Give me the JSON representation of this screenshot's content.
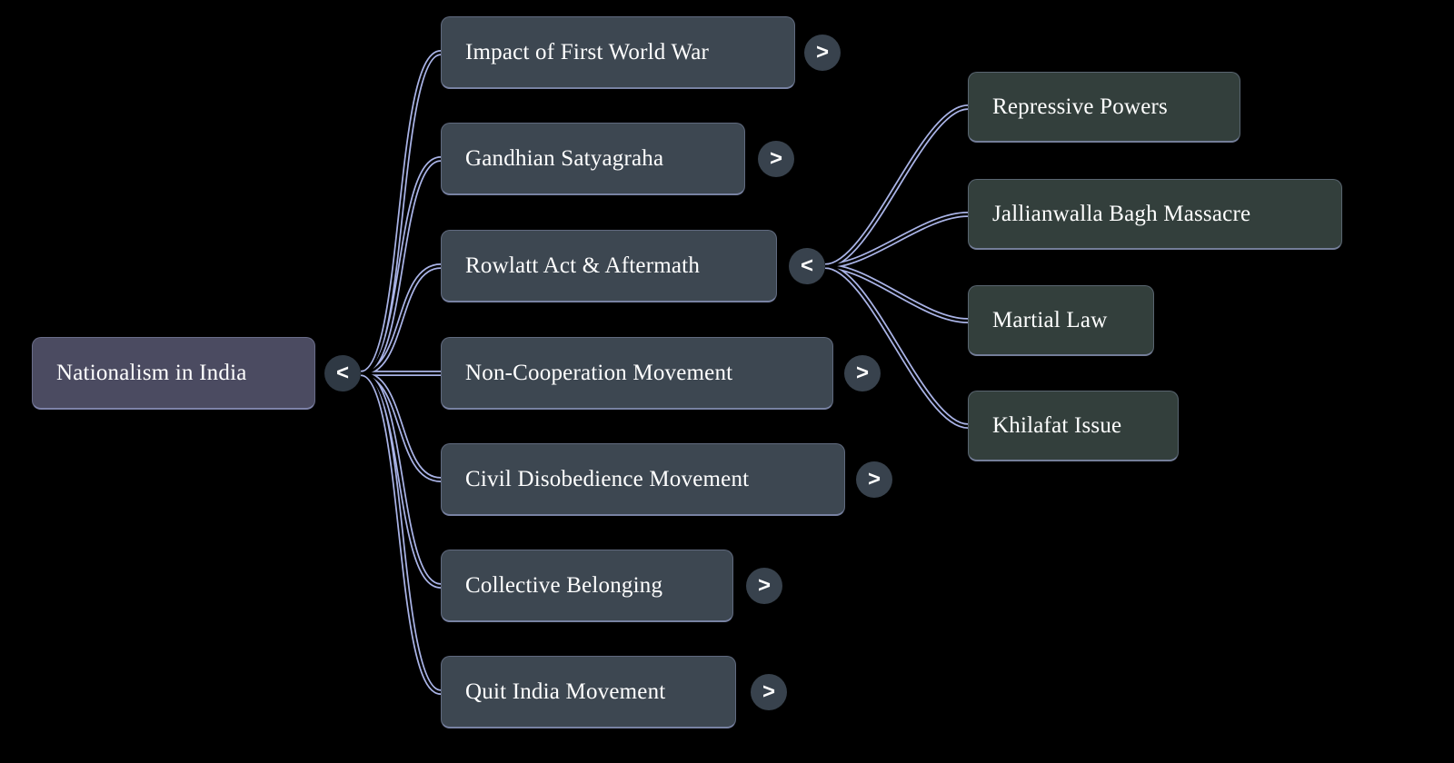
{
  "colors": {
    "background": "#000000",
    "root_node": "#4b4b61",
    "child_node": "#3d4751",
    "grandchild_node": "#333f3c",
    "edge": "#a9b3e6",
    "text": "#ffffff"
  },
  "root": {
    "label": "Nationalism in India",
    "toggle": "<"
  },
  "children": [
    {
      "label": "Impact of First World War",
      "toggle": ">"
    },
    {
      "label": "Gandhian Satyagraha",
      "toggle": ">"
    },
    {
      "label": "Rowlatt Act & Aftermath",
      "toggle": "<"
    },
    {
      "label": "Non-Cooperation Movement",
      "toggle": ">"
    },
    {
      "label": "Civil Disobedience Movement",
      "toggle": ">"
    },
    {
      "label": "Collective Belonging",
      "toggle": ">"
    },
    {
      "label": "Quit India Movement",
      "toggle": ">"
    }
  ],
  "grandchildren": [
    {
      "label": "Repressive Powers"
    },
    {
      "label": "Jallianwalla Bagh Massacre"
    },
    {
      "label": "Martial Law"
    },
    {
      "label": "Khilafat Issue"
    }
  ]
}
